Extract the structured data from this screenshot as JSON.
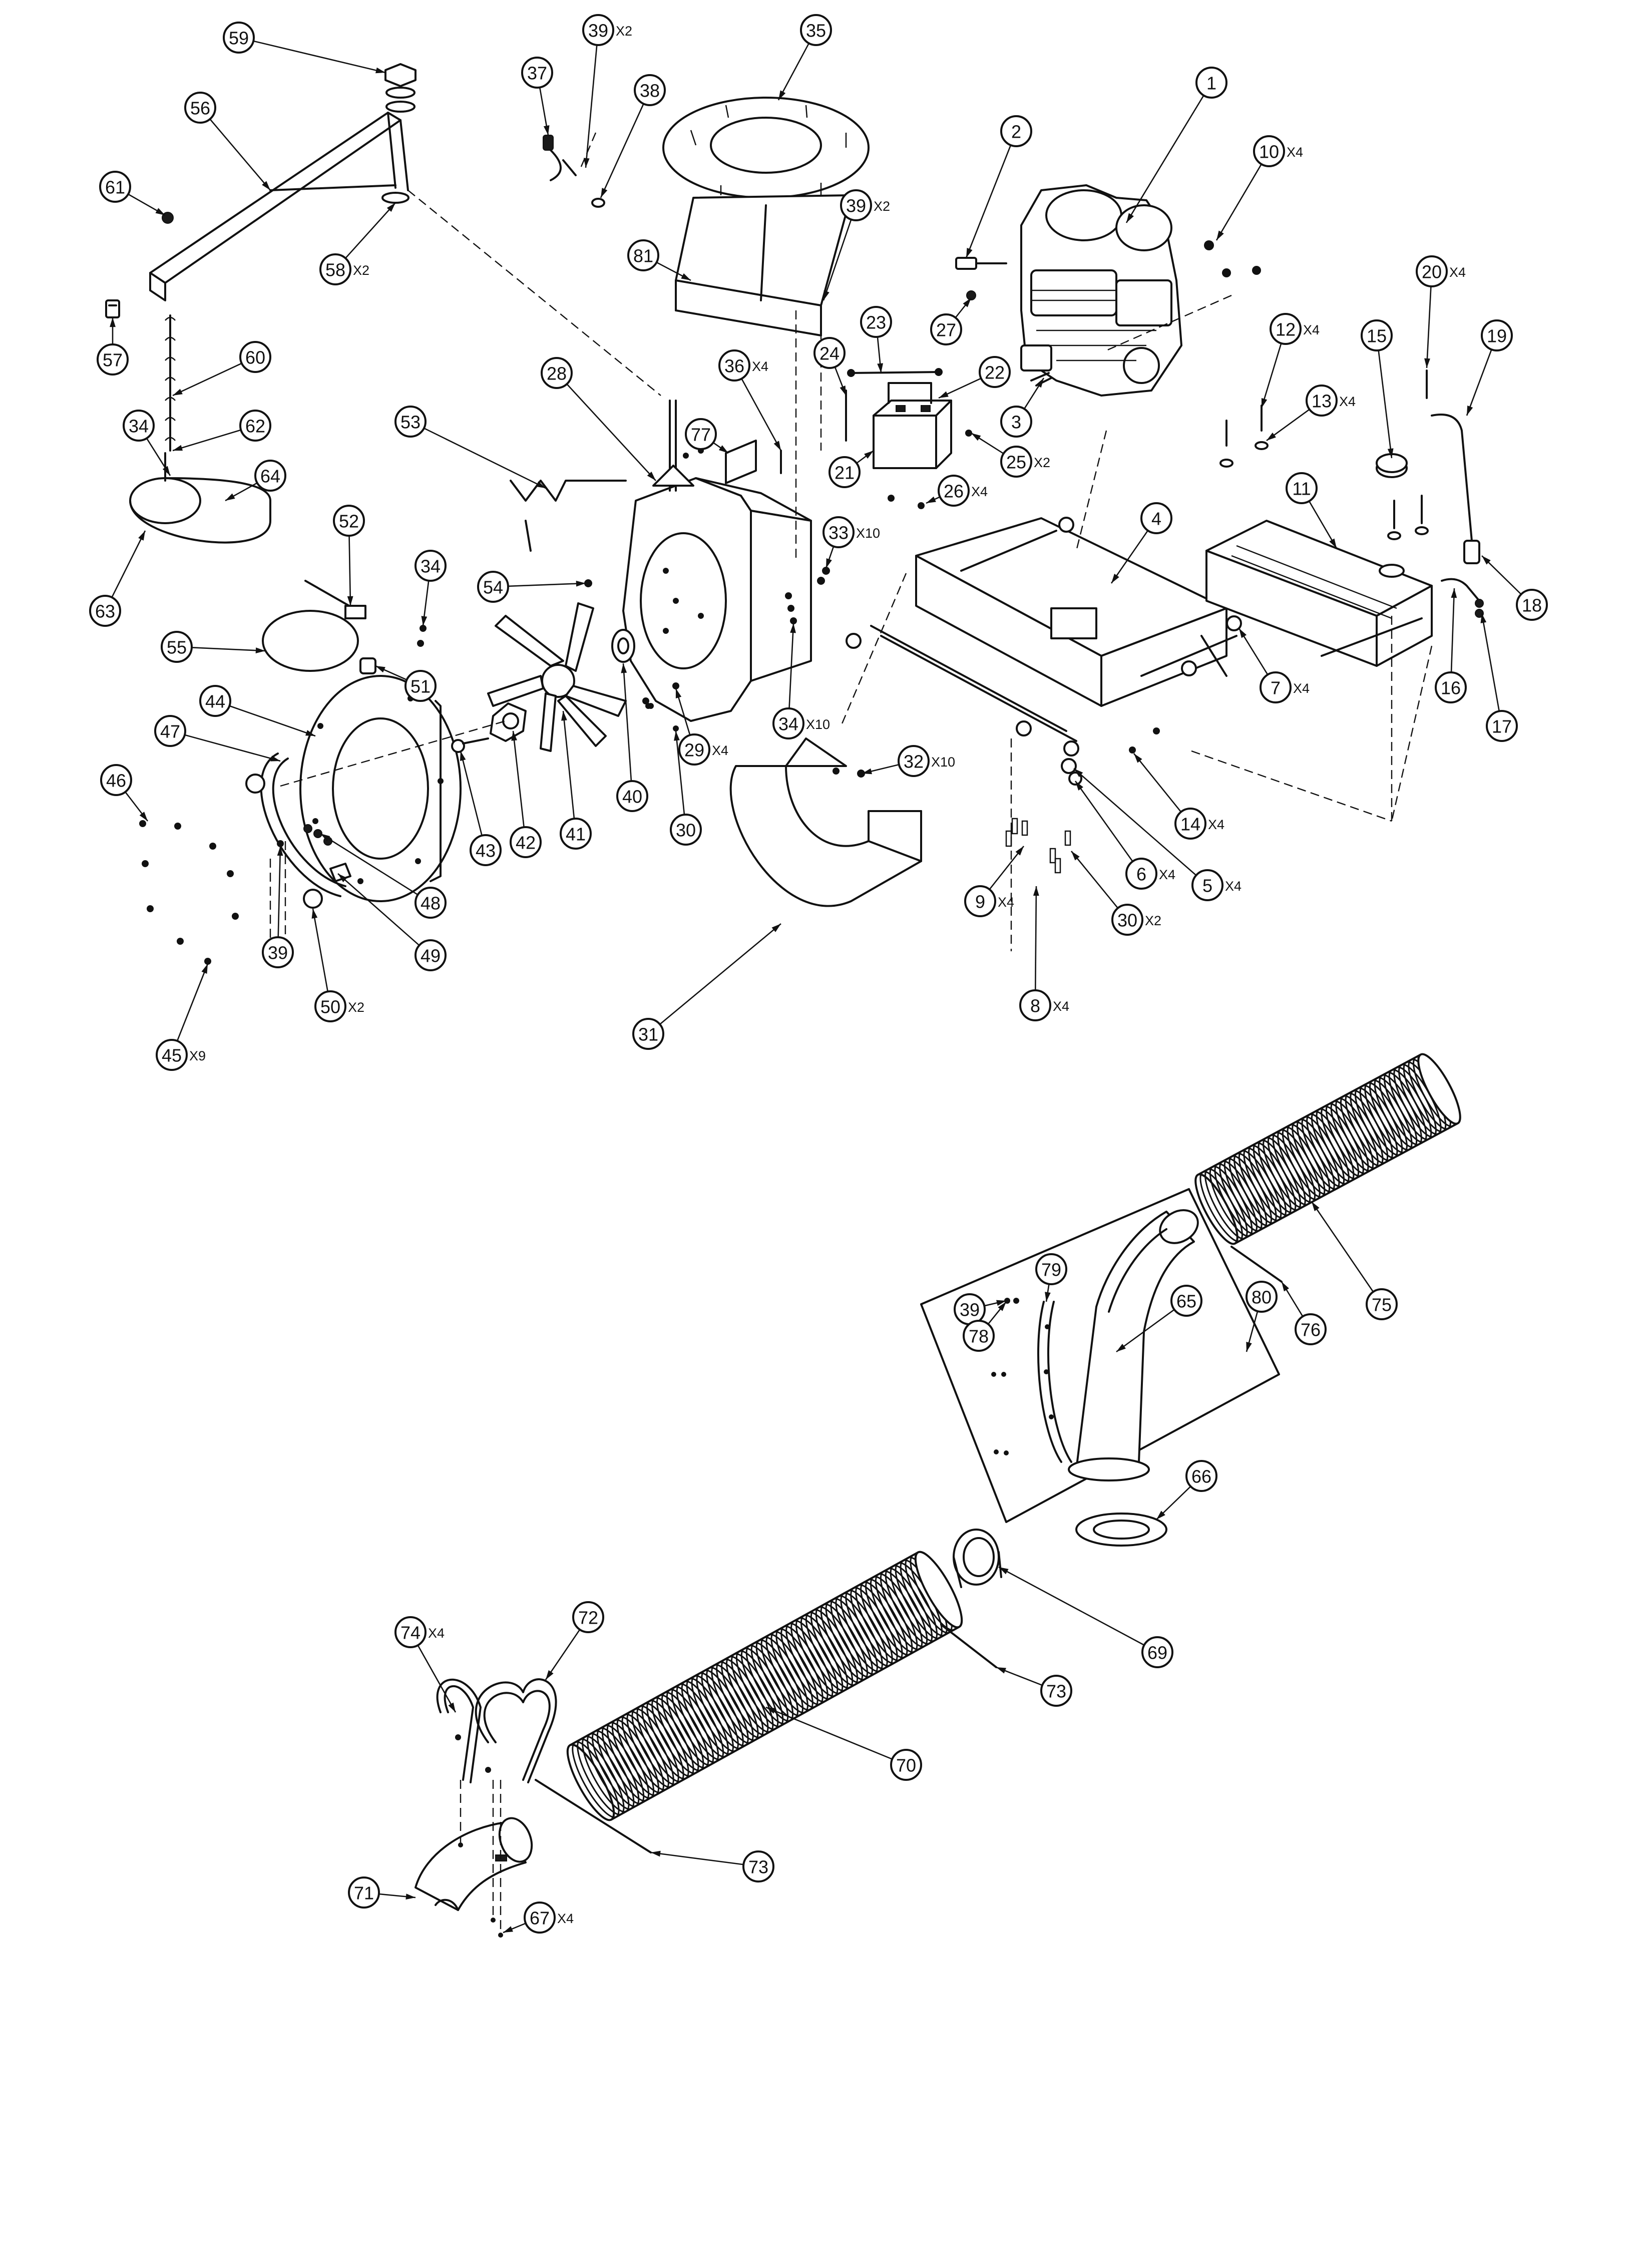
{
  "callouts": [
    {
      "id": "c1",
      "label": "1",
      "qty": ""
    },
    {
      "id": "c2",
      "label": "2",
      "qty": ""
    },
    {
      "id": "c3",
      "label": "3",
      "qty": ""
    },
    {
      "id": "c4",
      "label": "4",
      "qty": ""
    },
    {
      "id": "c5",
      "label": "5",
      "qty": "X4"
    },
    {
      "id": "c6",
      "label": "6",
      "qty": "X4"
    },
    {
      "id": "c7",
      "label": "7",
      "qty": "X4"
    },
    {
      "id": "c8",
      "label": "8",
      "qty": "X4"
    },
    {
      "id": "c9",
      "label": "9",
      "qty": "X4"
    },
    {
      "id": "c10",
      "label": "10",
      "qty": "X4"
    },
    {
      "id": "c11",
      "label": "11",
      "qty": ""
    },
    {
      "id": "c12",
      "label": "12",
      "qty": "X4"
    },
    {
      "id": "c13",
      "label": "13",
      "qty": "X4"
    },
    {
      "id": "c14",
      "label": "14",
      "qty": "X4"
    },
    {
      "id": "c15",
      "label": "15",
      "qty": ""
    },
    {
      "id": "c16",
      "label": "16",
      "qty": ""
    },
    {
      "id": "c17",
      "label": "17",
      "qty": ""
    },
    {
      "id": "c18",
      "label": "18",
      "qty": ""
    },
    {
      "id": "c19",
      "label": "19",
      "qty": ""
    },
    {
      "id": "c20",
      "label": "20",
      "qty": "X4"
    },
    {
      "id": "c21",
      "label": "21",
      "qty": ""
    },
    {
      "id": "c22",
      "label": "22",
      "qty": ""
    },
    {
      "id": "c23",
      "label": "23",
      "qty": ""
    },
    {
      "id": "c24",
      "label": "24",
      "qty": ""
    },
    {
      "id": "c25",
      "label": "25",
      "qty": "X2"
    },
    {
      "id": "c26",
      "label": "26",
      "qty": "X4"
    },
    {
      "id": "c27",
      "label": "27",
      "qty": ""
    },
    {
      "id": "c28",
      "label": "28",
      "qty": ""
    },
    {
      "id": "c29",
      "label": "29",
      "qty": "X4"
    },
    {
      "id": "c30a",
      "label": "30",
      "qty": ""
    },
    {
      "id": "c30b",
      "label": "30",
      "qty": "X2"
    },
    {
      "id": "c31",
      "label": "31",
      "qty": ""
    },
    {
      "id": "c32",
      "label": "32",
      "qty": "X10"
    },
    {
      "id": "c33",
      "label": "33",
      "qty": "X10"
    },
    {
      "id": "c34a",
      "label": "34",
      "qty": ""
    },
    {
      "id": "c34b",
      "label": "34",
      "qty": ""
    },
    {
      "id": "c34c",
      "label": "34",
      "qty": "X10"
    },
    {
      "id": "c35",
      "label": "35",
      "qty": ""
    },
    {
      "id": "c36",
      "label": "36",
      "qty": "X4"
    },
    {
      "id": "c37",
      "label": "37",
      "qty": ""
    },
    {
      "id": "c38",
      "label": "38",
      "qty": ""
    },
    {
      "id": "c39a",
      "label": "39",
      "qty": "X2"
    },
    {
      "id": "c39b",
      "label": "39",
      "qty": "X2"
    },
    {
      "id": "c39c",
      "label": "39",
      "qty": ""
    },
    {
      "id": "c39d",
      "label": "39",
      "qty": ""
    },
    {
      "id": "c40",
      "label": "40",
      "qty": ""
    },
    {
      "id": "c41",
      "label": "41",
      "qty": ""
    },
    {
      "id": "c42",
      "label": "42",
      "qty": ""
    },
    {
      "id": "c43",
      "label": "43",
      "qty": ""
    },
    {
      "id": "c44",
      "label": "44",
      "qty": ""
    },
    {
      "id": "c45",
      "label": "45",
      "qty": "X9"
    },
    {
      "id": "c46",
      "label": "46",
      "qty": ""
    },
    {
      "id": "c47",
      "label": "47",
      "qty": ""
    },
    {
      "id": "c48",
      "label": "48",
      "qty": ""
    },
    {
      "id": "c49",
      "label": "49",
      "qty": ""
    },
    {
      "id": "c50",
      "label": "50",
      "qty": "X2"
    },
    {
      "id": "c51",
      "label": "51",
      "qty": ""
    },
    {
      "id": "c52",
      "label": "52",
      "qty": ""
    },
    {
      "id": "c53",
      "label": "53",
      "qty": ""
    },
    {
      "id": "c54",
      "label": "54",
      "qty": ""
    },
    {
      "id": "c55",
      "label": "55",
      "qty": ""
    },
    {
      "id": "c56",
      "label": "56",
      "qty": ""
    },
    {
      "id": "c57",
      "label": "57",
      "qty": ""
    },
    {
      "id": "c58",
      "label": "58",
      "qty": "X2"
    },
    {
      "id": "c59",
      "label": "59",
      "qty": ""
    },
    {
      "id": "c60",
      "label": "60",
      "qty": ""
    },
    {
      "id": "c61",
      "label": "61",
      "qty": ""
    },
    {
      "id": "c62",
      "label": "62",
      "qty": ""
    },
    {
      "id": "c63",
      "label": "63",
      "qty": ""
    },
    {
      "id": "c64",
      "label": "64",
      "qty": ""
    },
    {
      "id": "c65",
      "label": "65",
      "qty": ""
    },
    {
      "id": "c66",
      "label": "66",
      "qty": ""
    },
    {
      "id": "c67",
      "label": "67",
      "qty": "X4"
    },
    {
      "id": "c69",
      "label": "69",
      "qty": ""
    },
    {
      "id": "c70",
      "label": "70",
      "qty": ""
    },
    {
      "id": "c71",
      "label": "71",
      "qty": ""
    },
    {
      "id": "c72",
      "label": "72",
      "qty": ""
    },
    {
      "id": "c73a",
      "label": "73",
      "qty": ""
    },
    {
      "id": "c73b",
      "label": "73",
      "qty": ""
    },
    {
      "id": "c74",
      "label": "74",
      "qty": "X4"
    },
    {
      "id": "c75",
      "label": "75",
      "qty": ""
    },
    {
      "id": "c76",
      "label": "76",
      "qty": ""
    },
    {
      "id": "c77",
      "label": "77",
      "qty": ""
    },
    {
      "id": "c78",
      "label": "78",
      "qty": ""
    },
    {
      "id": "c79",
      "label": "79",
      "qty": ""
    },
    {
      "id": "c80",
      "label": "80",
      "qty": ""
    },
    {
      "id": "c81",
      "label": "81",
      "qty": ""
    }
  ]
}
